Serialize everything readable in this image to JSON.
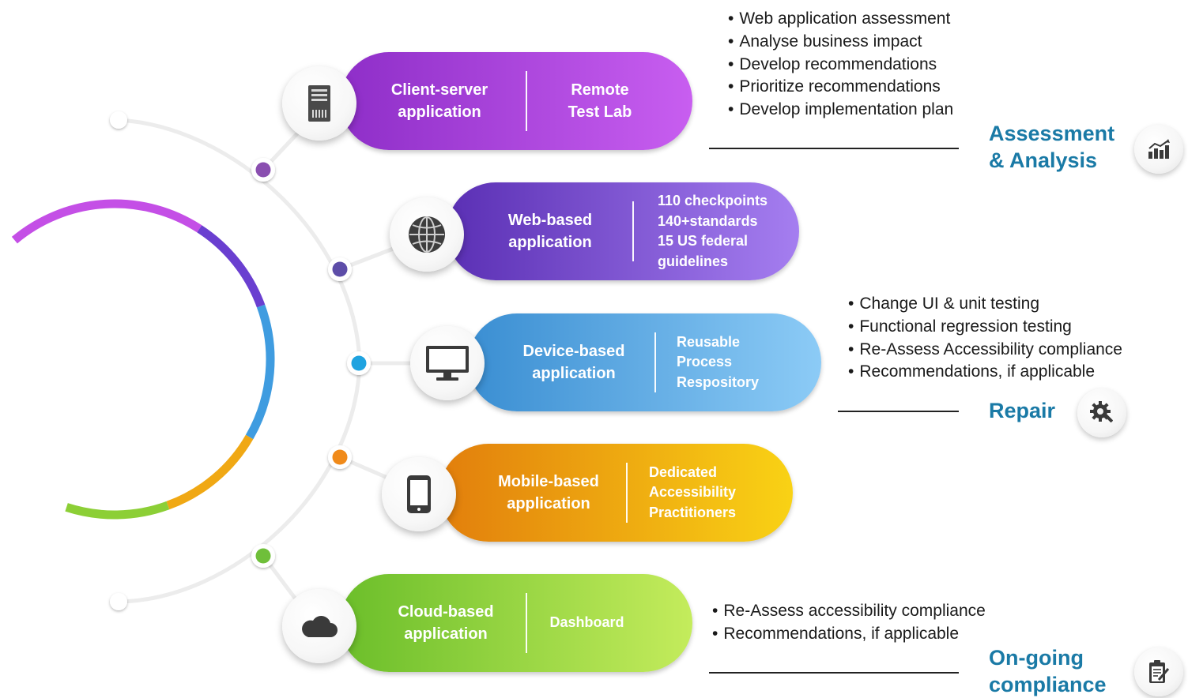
{
  "rows": [
    {
      "main": "Client-server\napplication",
      "side": "Remote\nTest Lab",
      "icon": "server-tower-icon",
      "color_from": "#8e2ec8",
      "color_to": "#c85ef0",
      "node_color": "#8a4fb0"
    },
    {
      "main": "Web-based\napplication",
      "side": "110 checkpoints\n140+standards\n15 US federal\nguidelines",
      "icon": "globe-icon",
      "color_from": "#5a2fb4",
      "color_to": "#a57ef0",
      "node_color": "#5d4da8"
    },
    {
      "main": "Device-based\napplication",
      "side": "Reusable\nProcess\nRespository",
      "icon": "desktop-monitor-icon",
      "color_from": "#3a8ed2",
      "color_to": "#8ccbf6",
      "node_color": "#1fa3e0"
    },
    {
      "main": "Mobile-based\napplication",
      "side": "Dedicated\nAccessibility\nPractitioners",
      "icon": "smartphone-icon",
      "color_from": "#e27e0c",
      "color_to": "#f9d215",
      "node_color": "#f08a1a"
    },
    {
      "main": "Cloud-based\napplication",
      "side": "Dashboard",
      "icon": "cloud-icon",
      "color_from": "#6bbe2a",
      "color_to": "#c4ec5c",
      "node_color": "#6fbf3a"
    }
  ],
  "phases": [
    {
      "title": "Assessment\n& Analysis",
      "icon": "analytics-chart-icon",
      "bullets": [
        "Web application assessment",
        "Analyse business impact",
        "Develop recommendations",
        "Prioritize recommendations",
        "Develop implementation plan"
      ]
    },
    {
      "title": "Repair",
      "icon": "gear-wrench-icon",
      "bullets": [
        "Change UI & unit testing",
        "Functional regression testing",
        "Re-Assess Accessibility compliance",
        "Recommendations, if applicable"
      ]
    },
    {
      "title": "On-going\ncompliance",
      "icon": "checklist-clipboard-icon",
      "bullets": [
        "Re-Assess accessibility compliance",
        "Recommendations, if applicable"
      ]
    }
  ],
  "colors": {
    "phase_title": "#1a7aa6",
    "track": "#ececec",
    "ring_segments": [
      "#c44fe6",
      "#6a3fd0",
      "#3f9ce0",
      "#f0a814",
      "#8ccf36"
    ]
  }
}
